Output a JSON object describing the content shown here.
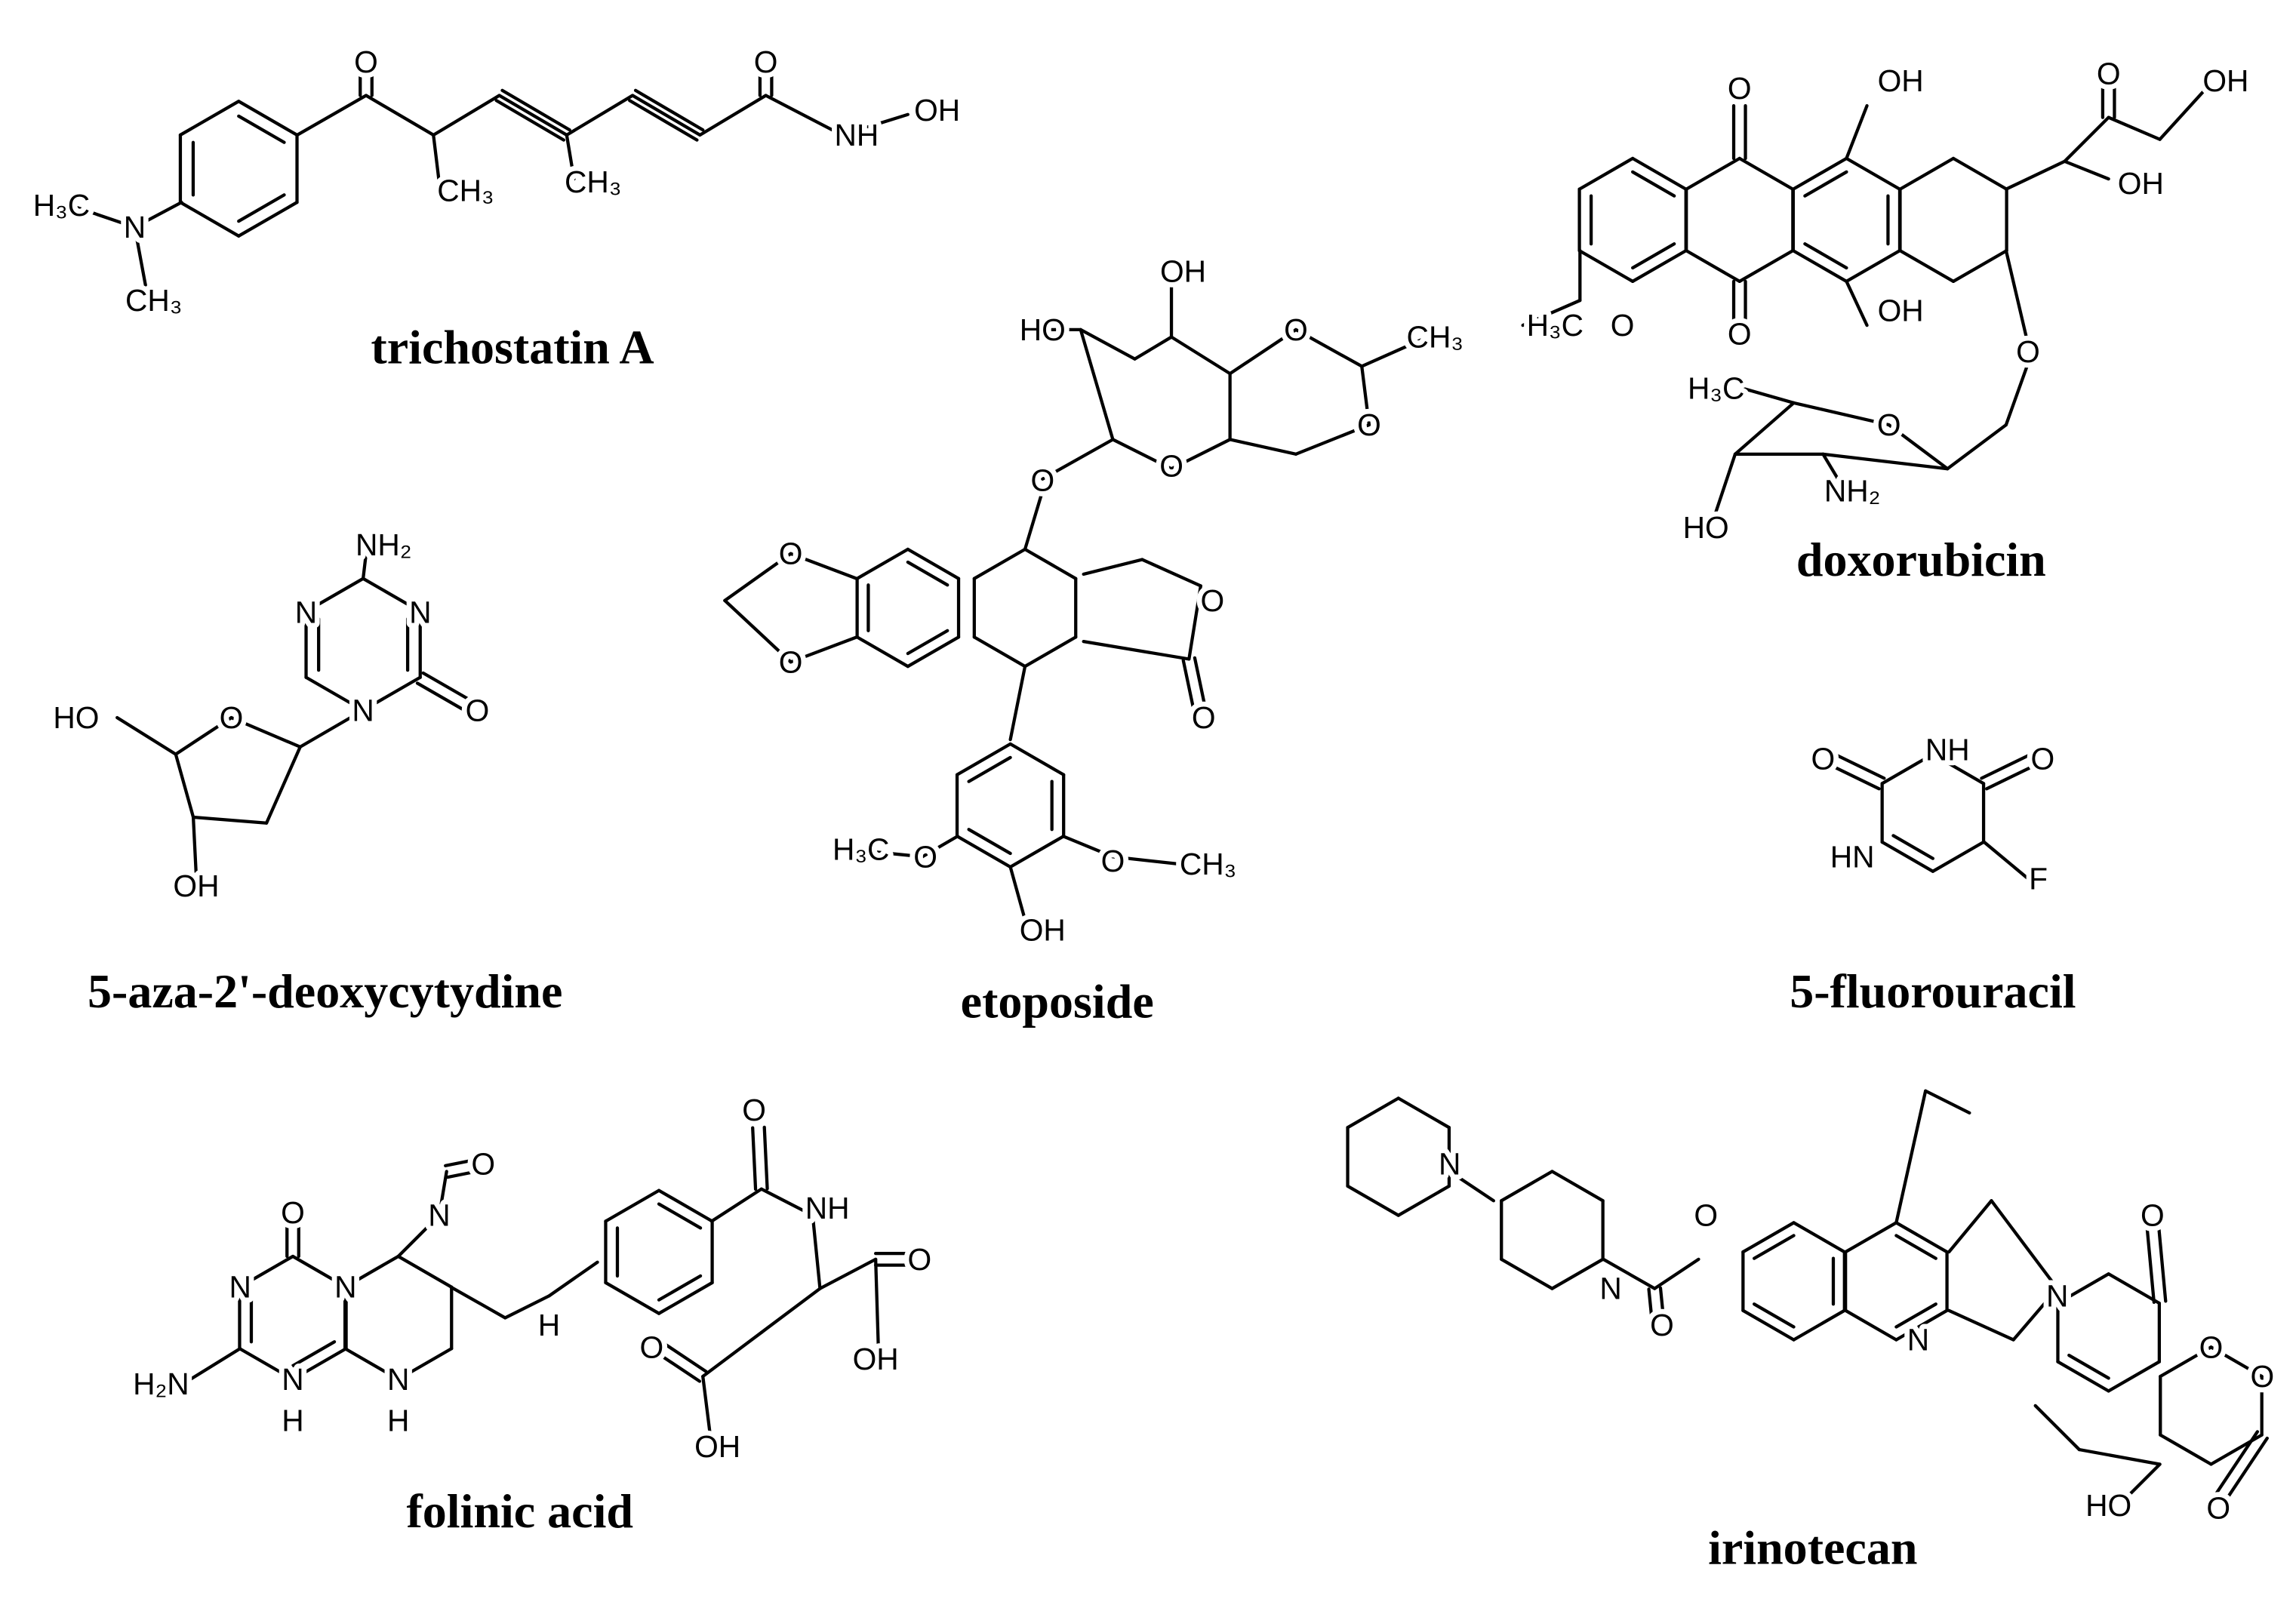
{
  "figure": {
    "molecules": [
      {
        "id": "trichostatin",
        "name": "trichostatin A",
        "atom_labels": [
          "O",
          "N",
          "H₃C",
          "CH₃",
          "CH₃",
          "CH₃",
          "O",
          "NH",
          "OH"
        ]
      },
      {
        "id": "aza",
        "name": "5-aza-2'-deoxycytydine",
        "atom_labels": [
          "NH₂",
          "N",
          "N",
          "N",
          "O",
          "O",
          "HO",
          "OH"
        ]
      },
      {
        "id": "etoposide",
        "name": "etoposide",
        "atom_labels": [
          "OH",
          "HO",
          "O",
          "O",
          "O",
          "CH₃",
          "O",
          "O",
          "O",
          "O",
          "O",
          "H₃C",
          "O",
          "O",
          "CH₃",
          "OH"
        ]
      },
      {
        "id": "doxorubicin",
        "name": "doxorubicin",
        "atom_labels": [
          "O",
          "O",
          "OH",
          "OH",
          "O",
          "OH",
          "OH",
          "H₃C",
          "O",
          "O",
          "H₃C",
          "O",
          "NH₂",
          "HO"
        ]
      },
      {
        "id": "fluorouracil",
        "name": "5-fluorouracil",
        "atom_labels": [
          "O",
          "NH",
          "O",
          "HN",
          "F"
        ]
      },
      {
        "id": "folinic",
        "name": "folinic acid",
        "atom_labels": [
          "O",
          "N",
          "N",
          "H₂N",
          "N",
          "H",
          "N",
          "H",
          "O",
          "N",
          "H",
          "O",
          "NH",
          "O",
          "OH",
          "O",
          "OH"
        ]
      },
      {
        "id": "irinotecan",
        "name": "irinotecan",
        "atom_labels": [
          "N",
          "N",
          "O",
          "O",
          "N",
          "N",
          "O",
          "O",
          "O",
          "HO",
          "O"
        ]
      }
    ]
  }
}
